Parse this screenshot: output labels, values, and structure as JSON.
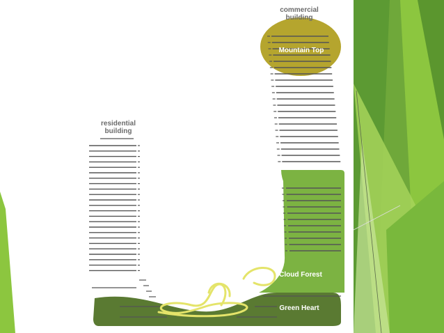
{
  "diagram": {
    "labels": {
      "commercial_building": "commercial\nbuilding",
      "residential_building": "residential\nbuilding",
      "mountain_top": "Mountain Top",
      "cloud_forest": "Cloud Forest",
      "green_heart": "Green Heart"
    },
    "colors": {
      "mountain_top": "#b5a52e",
      "cloud_forest": "#7cb342",
      "green_heart": "#5a7a32",
      "floor_lines": "#555555",
      "vine": "#e4e46a",
      "decor_green": "#8cc63f",
      "decor_dark_green": "#4f8a2b",
      "label_dark": "#6b6b6b"
    }
  }
}
